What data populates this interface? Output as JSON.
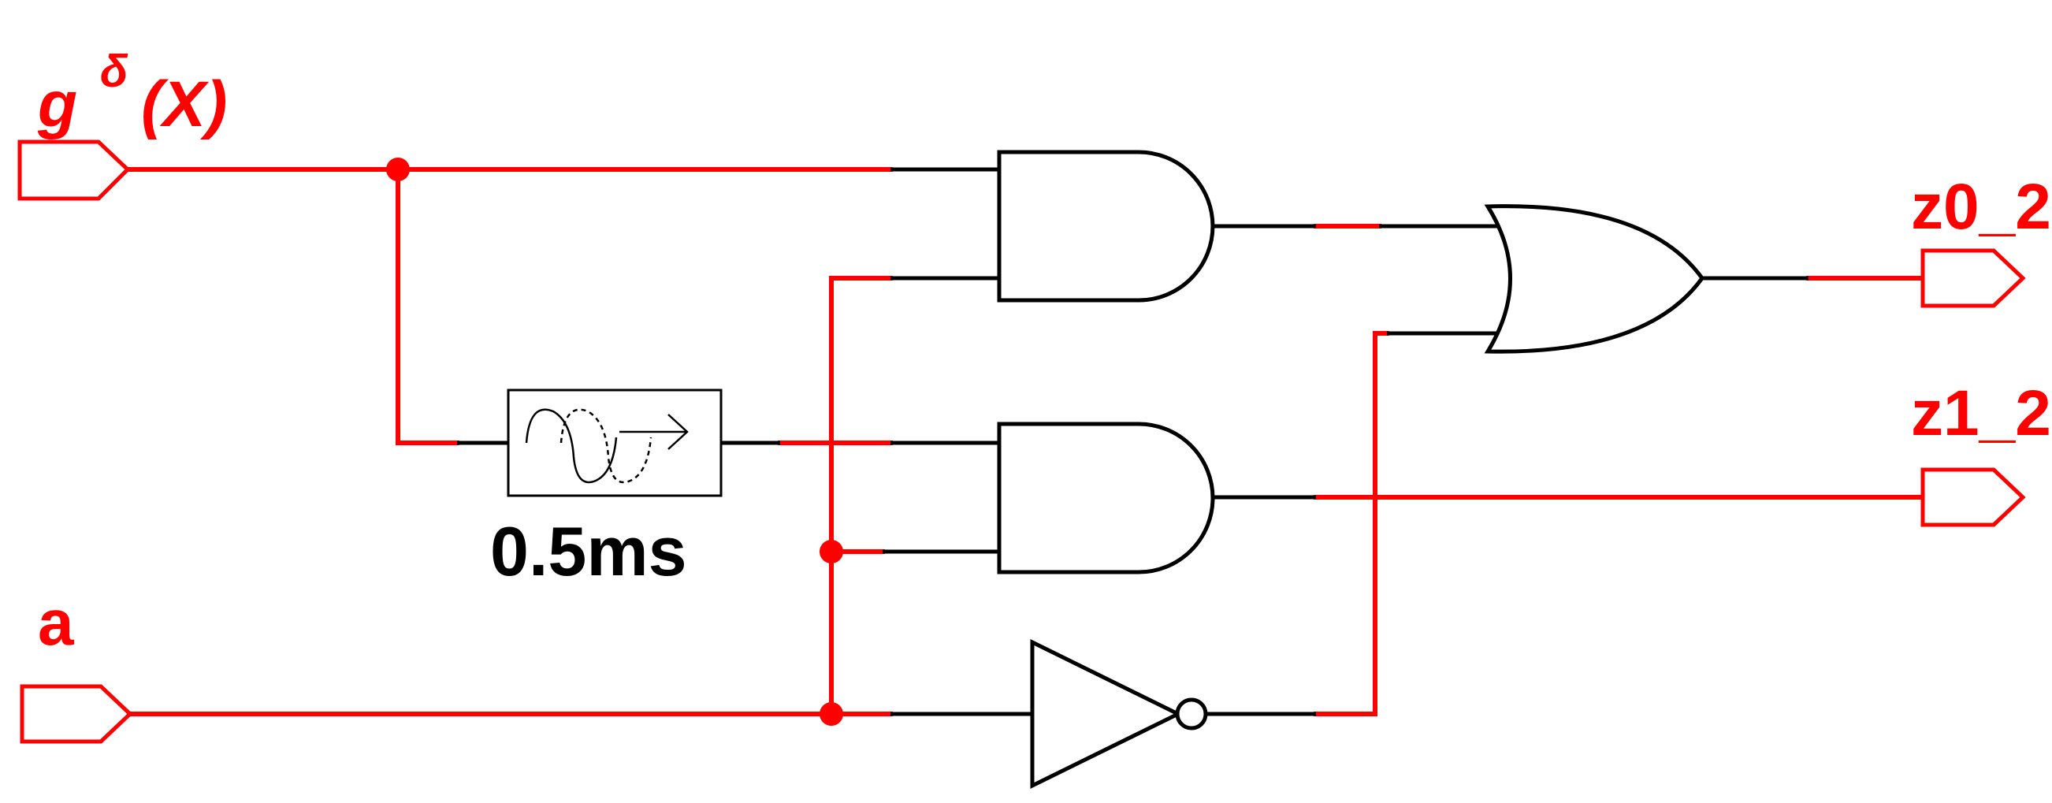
{
  "inputs": {
    "g": {
      "base": "g",
      "sup": "δ",
      "arg": "(X)"
    },
    "a": {
      "label": "a"
    }
  },
  "outputs": {
    "z0": {
      "label": "z0_2"
    },
    "z1": {
      "label": "z1_2"
    }
  },
  "delay": {
    "label": "0.5ms"
  },
  "colors": {
    "wire": "#ff0000",
    "gate": "#000000",
    "background": "#ffffff"
  }
}
